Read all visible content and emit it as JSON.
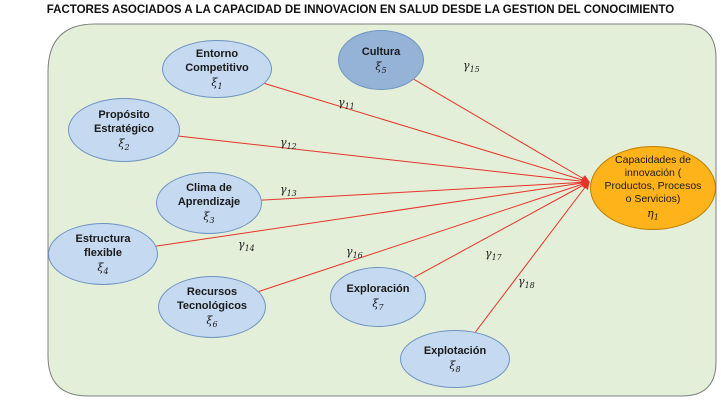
{
  "title": "FACTORES ASOCIADOS A LA CAPACIDAD DE INNOVACION EN SALUD DESDE LA GESTION DEL CONOCIMIENTO",
  "colors": {
    "background_panel": "#e3efd9",
    "exogenous_fill": "#c5d9f1",
    "exogenous_dark_fill": "#95b3d7",
    "endogenous_fill": "#ffb31a",
    "arrow": "#e8332a"
  },
  "exogenous": [
    {
      "id": "xi1",
      "lines": [
        "Entorno",
        "Competitivo"
      ],
      "symbol": "ξ",
      "sub": "1"
    },
    {
      "id": "xi2",
      "lines": [
        "Propósito",
        "Estratégico"
      ],
      "symbol": "ξ",
      "sub": "2"
    },
    {
      "id": "xi3",
      "lines": [
        "Clima  de",
        "Aprendizaje"
      ],
      "symbol": "ξ",
      "sub": "3"
    },
    {
      "id": "xi4",
      "lines": [
        "Estructura",
        "flexible"
      ],
      "symbol": "ξ",
      "sub": "4"
    },
    {
      "id": "xi5",
      "lines": [
        "Cultura"
      ],
      "symbol": "ξ",
      "sub": "5"
    },
    {
      "id": "xi6",
      "lines": [
        "Recursos",
        "Tecnológicos"
      ],
      "symbol": "ξ",
      "sub": "6"
    },
    {
      "id": "xi7",
      "lines": [
        "Exploración"
      ],
      "symbol": "ξ",
      "sub": "7"
    },
    {
      "id": "xi8",
      "lines": [
        "Explotación"
      ],
      "symbol": "ξ",
      "sub": "8"
    }
  ],
  "endogenous": {
    "id": "eta1",
    "lines": [
      "Capacidades de",
      "innovación (",
      "Productos, Procesos",
      "o Servicios)"
    ],
    "symbol": "η",
    "sub": "1"
  },
  "paths": [
    {
      "from": "xi1",
      "label": "γ",
      "sub": "11"
    },
    {
      "from": "xi2",
      "label": "γ",
      "sub": "12"
    },
    {
      "from": "xi3",
      "label": "γ",
      "sub": "13"
    },
    {
      "from": "xi4",
      "label": "γ",
      "sub": "14"
    },
    {
      "from": "xi5",
      "label": "γ",
      "sub": "15"
    },
    {
      "from": "xi6",
      "label": "γ",
      "sub": "16"
    },
    {
      "from": "xi7",
      "label": "γ",
      "sub": "17"
    },
    {
      "from": "xi8",
      "label": "γ",
      "sub": "18"
    }
  ]
}
